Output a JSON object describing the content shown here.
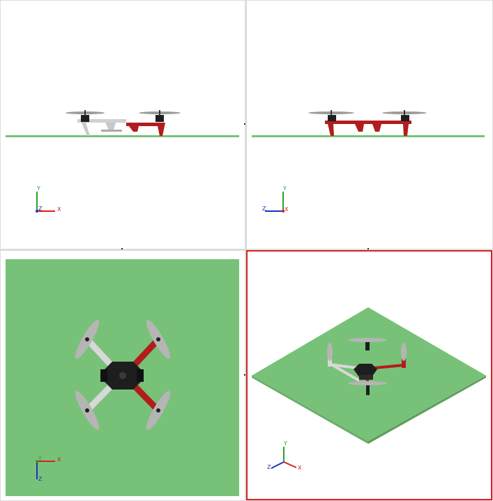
{
  "viewports": {
    "front": {
      "axis": {
        "x": "X",
        "y": "Y",
        "z": "Z"
      }
    },
    "right": {
      "axis": {
        "x": "X",
        "y": "Y",
        "z": "Z"
      }
    },
    "top": {
      "axis": {
        "x": "X",
        "y": "Y",
        "z": "Z"
      }
    },
    "iso": {
      "axis": {
        "x": "X",
        "y": "Y",
        "z": "Z"
      },
      "active": true
    }
  },
  "colors": {
    "ground": "#77c278",
    "ground_edge": "#5d9d5d",
    "frame_red": "#b31c1c",
    "frame_white": "#d8d8d8",
    "motor": "#1e1e1e",
    "propeller": "#b5b5b5",
    "axis_x": "#d62020",
    "axis_y": "#2aa02a",
    "axis_z": "#2030c0",
    "active_border": "#d62020"
  }
}
